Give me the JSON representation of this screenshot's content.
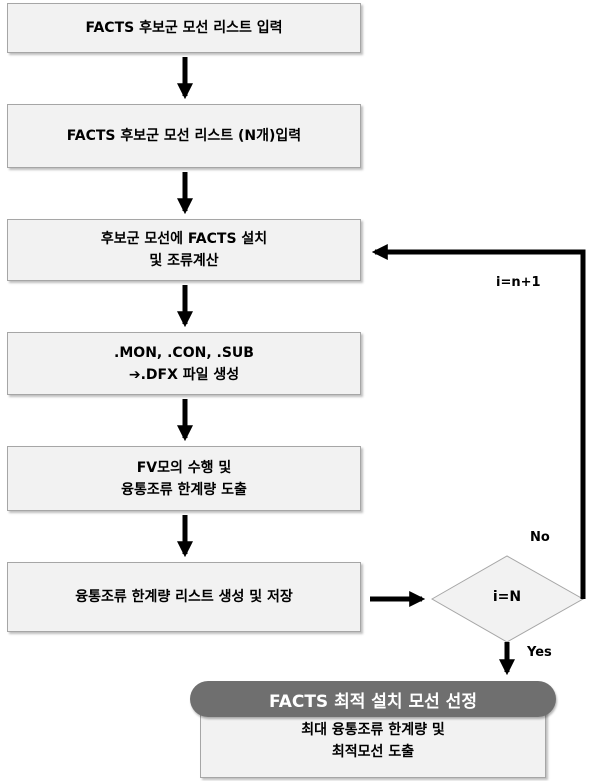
{
  "steps": {
    "s1": "FACTS 후보군 모선 리스트 입력",
    "s2": "FACTS 후보군 모선 리스트 (N개)입력",
    "s3_line1": "후보군 모선에 FACTS 설치",
    "s3_line2": "및 조류계산",
    "s4_line1": ".MON, .CON, .SUB",
    "s4_line2": "➔.DFX 파일 생성",
    "s5_line1": "FV모의 수행 및",
    "s5_line2": "융통조류 한계량 도출",
    "s6": "융통조류 한계량 리스트 생성 및 저장"
  },
  "decision": {
    "condition": "i=N",
    "no_label": "No",
    "yes_label": "Yes",
    "loop_label": "i=n+1"
  },
  "result": {
    "title": "FACTS 최적 설치 모선 선정",
    "line1": "최대 융통조류 한계량 및",
    "line2": "최적모선 도출"
  }
}
